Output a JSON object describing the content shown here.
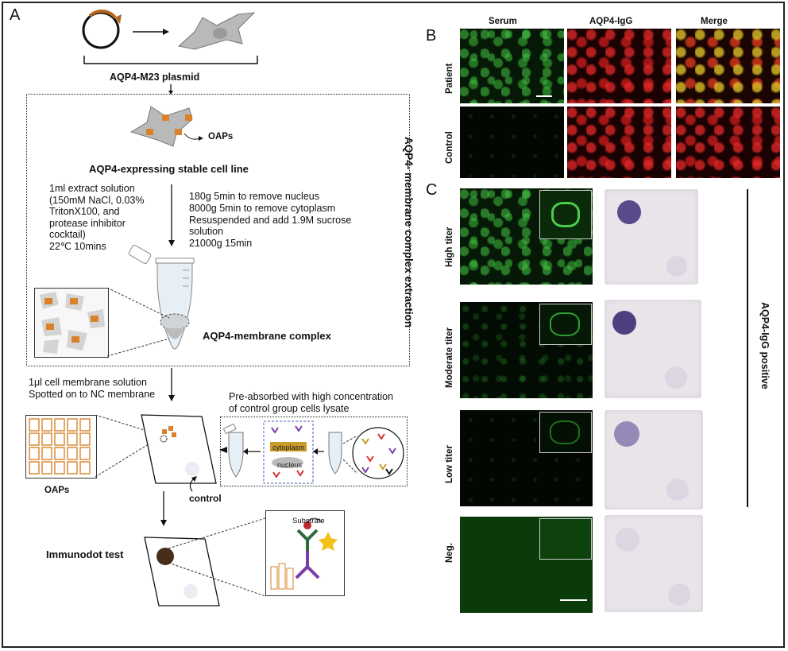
{
  "panels": {
    "a": "A",
    "b": "B",
    "c": "C"
  },
  "panel_a": {
    "plasmid_label": "AQP4-M23 plasmid",
    "oaps_label_top": "OAPs",
    "stable_line_label": "AQP4-expressing stable cell line",
    "extract_text": [
      "1ml extract solution",
      "(150mM NaCl, 0.03%",
      "TritonX100, and",
      "protease inhibitor",
      "cocktail)",
      "22℃ 10mins"
    ],
    "centrifuge_text": [
      "180g 5min to remove nucleus",
      "8000g 5min to remove cytoplasm",
      "Resuspended and add 1.9M sucrose",
      "solution",
      "21000g 15min"
    ],
    "complex_label": "AQP4-membrane complex",
    "side_label": "AQP4- membrane complex extraction",
    "spot_text": [
      "1μl cell membrane solution",
      "Spotted on to NC membrane"
    ],
    "oaps_label_bottom": "OAPs",
    "control_label": "control",
    "preabsorb_text": [
      "Pre-absorbed with high concentration",
      "of control group cells lysate"
    ],
    "cytoplasm_label": "cytoplasm",
    "nucleus_label": "nucleus",
    "immunodot_label": "Immunodot  test",
    "substrate_label": "Substrate"
  },
  "panel_b": {
    "columns": [
      "Serum",
      "AQP4-IgG",
      "Merge"
    ],
    "rows": [
      "Patient",
      "Control"
    ]
  },
  "panel_c": {
    "rows": [
      "High titer",
      "Moderate titer",
      "Low titer",
      "Neg."
    ],
    "side_label": "AQP4-IgG positive"
  },
  "colors": {
    "orange": "#d9822b",
    "brown_arrow": "#b5651d",
    "cell_gray": "#b9b9b9",
    "green_fluor": "#3cc83c",
    "red_fluor": "#e02828",
    "dot_purple": "#5a4a8c"
  }
}
